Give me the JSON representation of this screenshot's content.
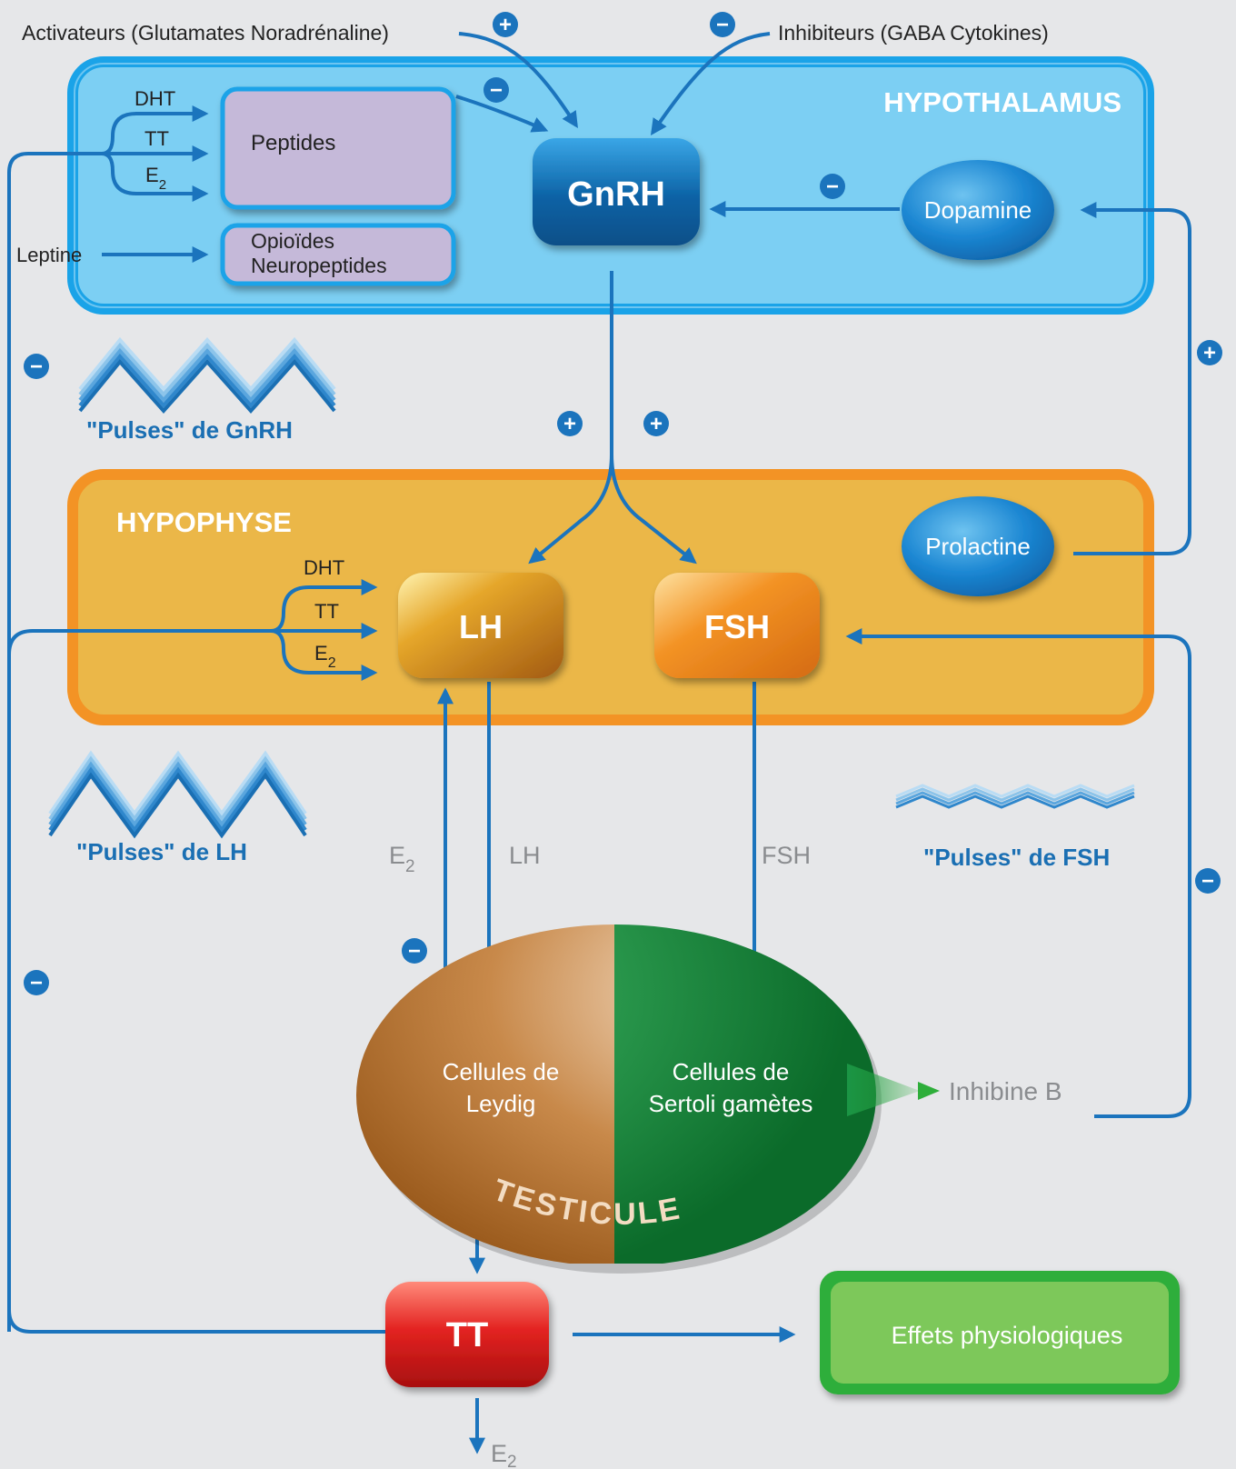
{
  "top": {
    "activators": "Activateurs (Glutamates Noradrénaline)",
    "inhibitors": "Inhibiteurs (GABA Cytokines)"
  },
  "hypothalamus": {
    "title": "HYPOTHALAMUS",
    "gnrh": "GnRH",
    "peptides": "Peptides",
    "opioides_1": "Opioïdes",
    "opioides_2": "Neuropeptides",
    "dopamine": "Dopamine",
    "leptine": "Leptine",
    "inputs": {
      "dht": "DHT",
      "tt": "TT",
      "e": "E",
      "e_sub": "2"
    }
  },
  "pulses": {
    "gnrh": "\"Pulses\" de GnRH",
    "lh": "\"Pulses\" de LH",
    "fsh": "\"Pulses\" de FSH"
  },
  "hypophyse": {
    "title": "HYPOPHYSE",
    "lh": "LH",
    "fsh": "FSH",
    "prolactine": "Prolactine",
    "inputs": {
      "dht": "DHT",
      "tt": "TT",
      "e": "E",
      "e_sub": "2"
    }
  },
  "links": {
    "e2": "E",
    "e2_sub": "2",
    "lh": "LH",
    "fsh": "FSH",
    "inhibine": "Inhibine B"
  },
  "testicule": {
    "title": "TESTICULE",
    "leydig_1": "Cellules de",
    "leydig_2": "Leydig",
    "sertoli_1": "Cellules de",
    "sertoli_2": "Sertoli gamètes"
  },
  "bottom": {
    "tt": "TT",
    "effets": "Effets physiologiques",
    "e2": "E",
    "e2_sub": "2"
  },
  "signs": {
    "plus": "+",
    "minus": "−"
  },
  "colors": {
    "arrow": "#1b74bd",
    "hypothalamus_fill": "#7ccff3",
    "hypothalamus_border": "#1aa3e8",
    "hypophyse_fill": "#ebb748",
    "hypophyse_border": "#f39325",
    "peptides_fill": "#c5b9d9",
    "gnrh": "#0c62a5",
    "lh": "#d4901c",
    "fsh": "#f08a1c",
    "tt": "#d71a1a",
    "effets_fill": "#7dc85a",
    "effets_border": "#2eae3a",
    "leydig": "#c8894a",
    "sertoli": "#0f8a3a",
    "pulse": "#1a6fb3"
  }
}
